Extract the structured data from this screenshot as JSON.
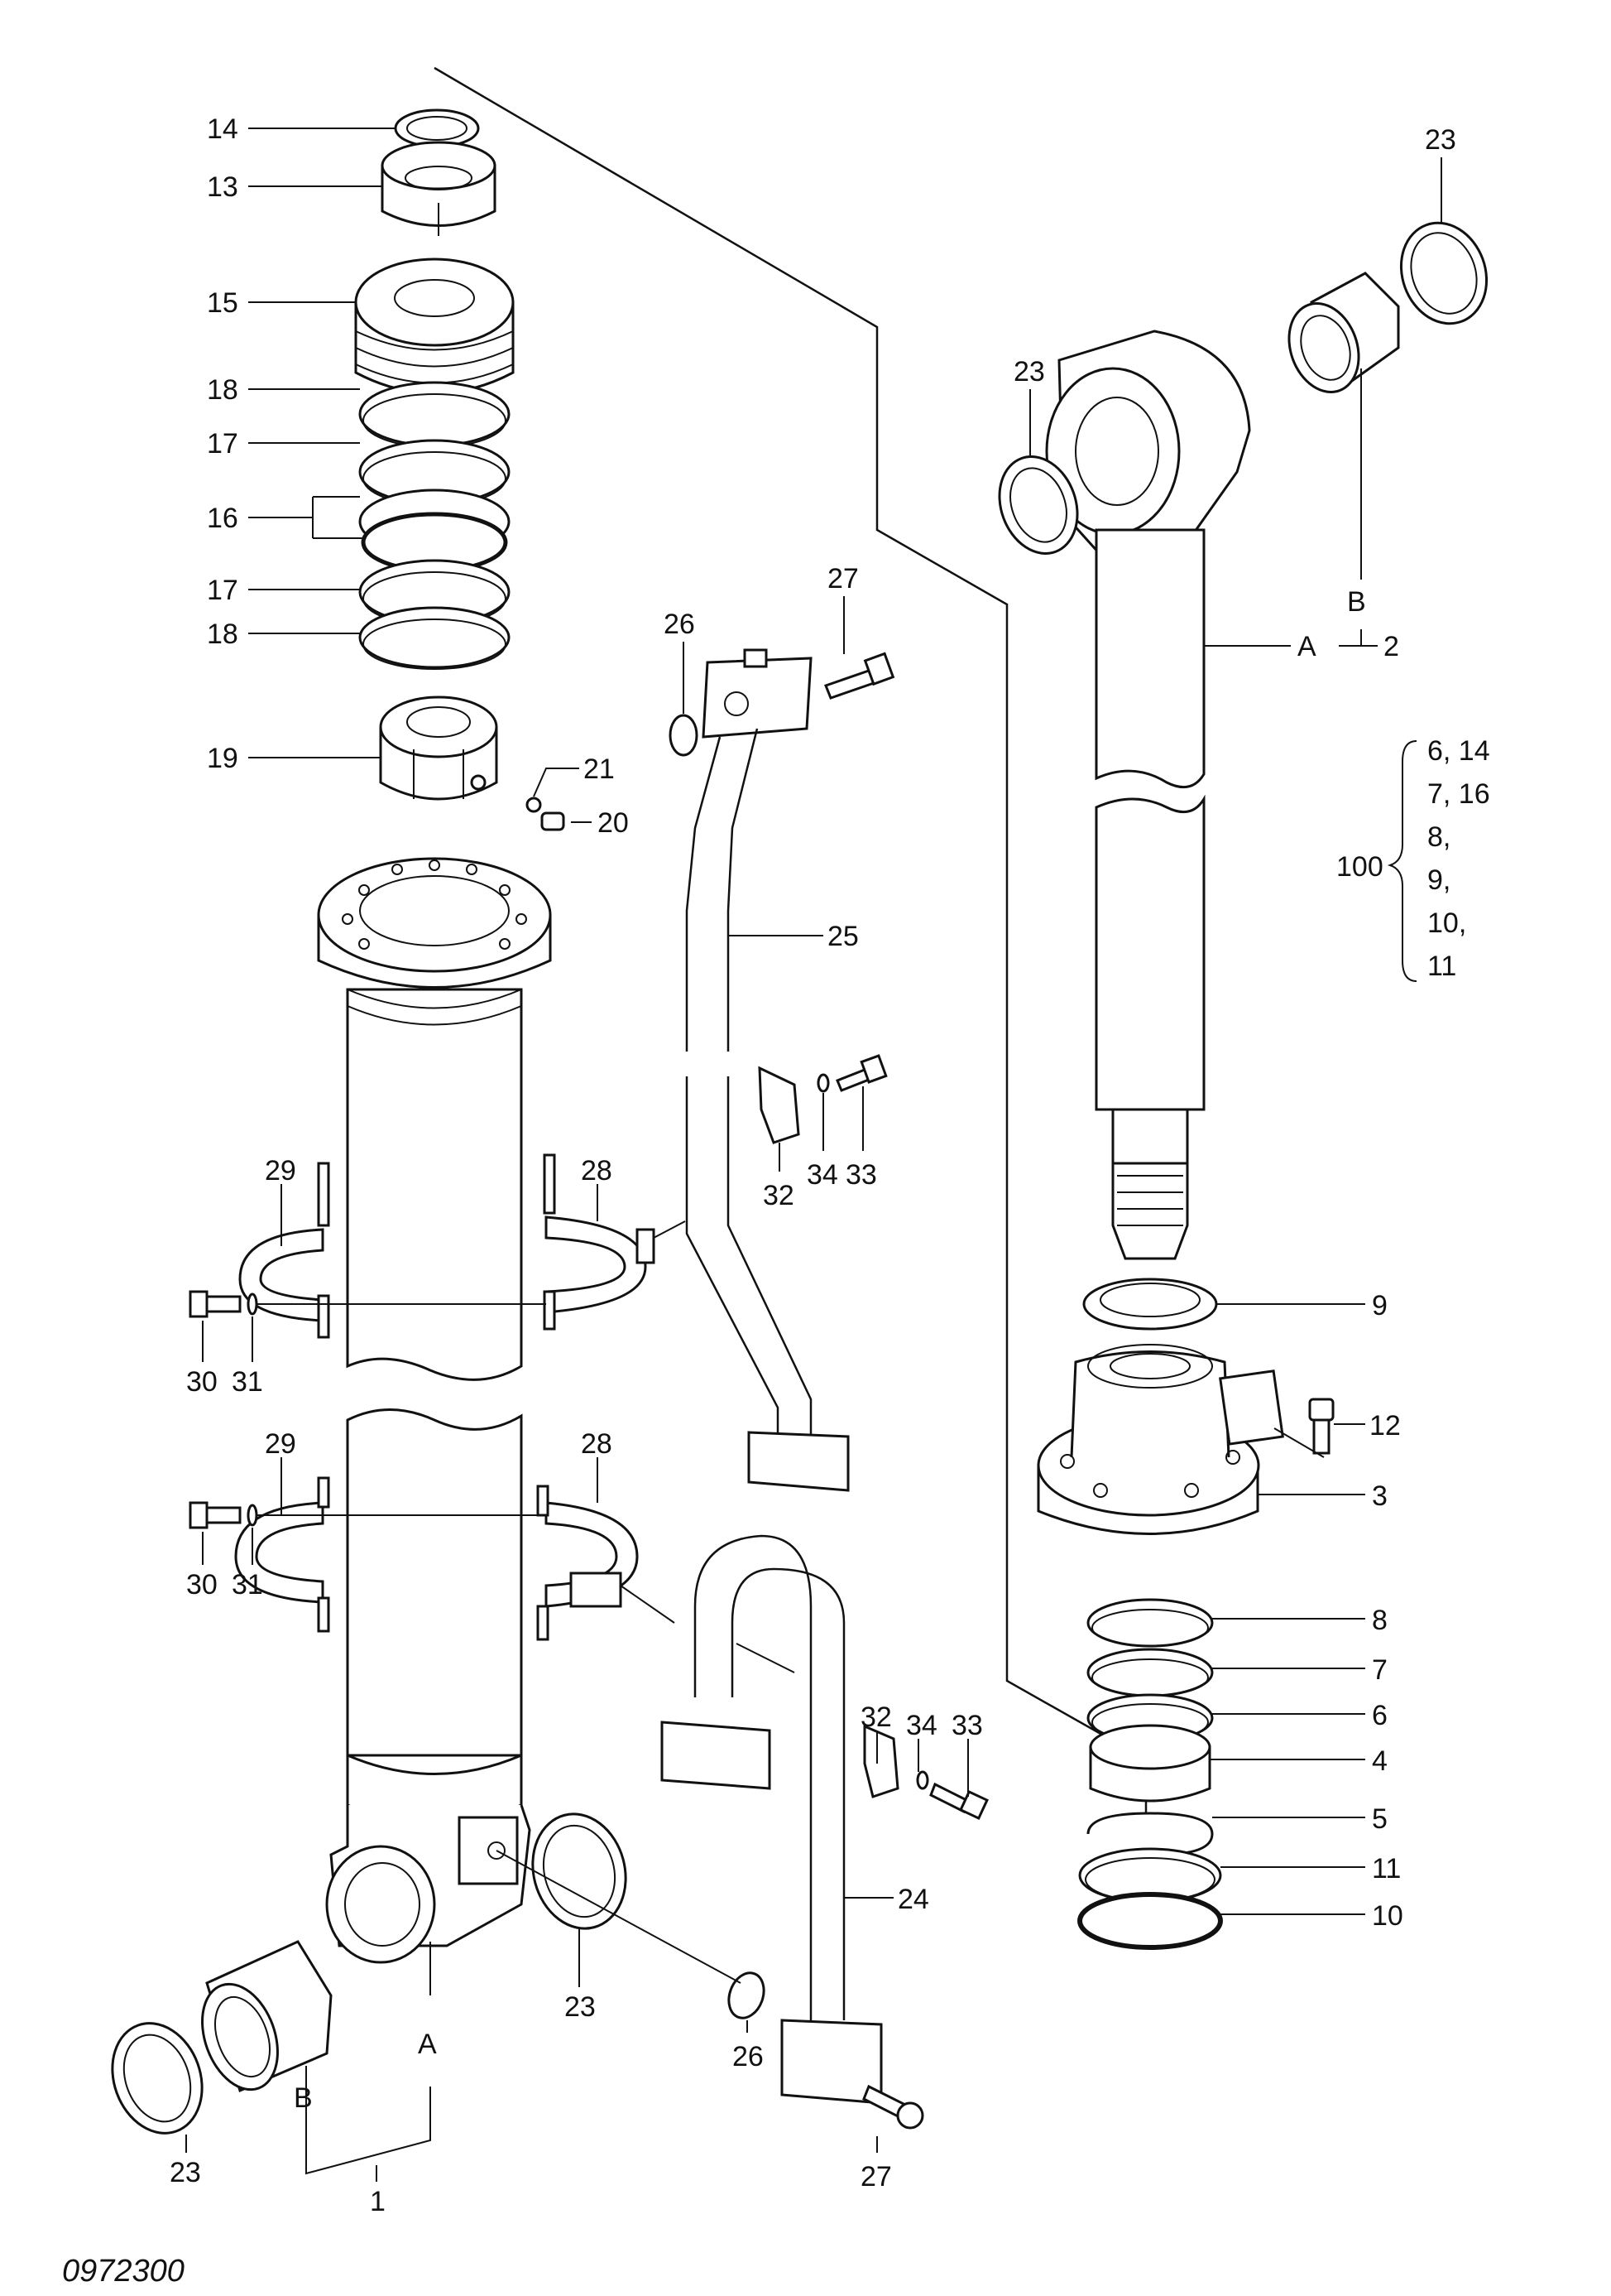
{
  "drawing_ref": "0972300",
  "labels": {
    "p14": "14",
    "p13": "13",
    "p15": "15",
    "p18a": "18",
    "p17a": "17",
    "p16": "16",
    "p17b": "17",
    "p18b": "18",
    "p19": "19",
    "p21": "21",
    "p20": "20",
    "p29a": "29",
    "p28a": "28",
    "p30a": "30",
    "p31a": "31",
    "p29b": "29",
    "p28b": "28",
    "p30b": "30",
    "p31b": "31",
    "p23a": "23",
    "p23b": "23",
    "pA1": "A",
    "pB1": "B",
    "p1": "1",
    "p26a": "26",
    "p27a": "27",
    "p25": "25",
    "p32a": "32",
    "p34a": "34",
    "p33a": "33",
    "p32b": "32",
    "p34b": "34",
    "p33b": "33",
    "p24": "24",
    "p26b": "26",
    "p27b": "27",
    "p23c": "23",
    "p23d": "23",
    "pB2": "B",
    "pA2": "A",
    "p2": "2",
    "p9": "9",
    "p12": "12",
    "p3": "3",
    "p8": "8",
    "p7": "7",
    "p6": "6",
    "p4": "4",
    "p5": "5",
    "p11": "11",
    "p10": "10",
    "p100": "100"
  },
  "kit_100": {
    "label": "100",
    "items": [
      "6, 14",
      "7, 16",
      "8,",
      "9,",
      "10,",
      "11"
    ]
  }
}
